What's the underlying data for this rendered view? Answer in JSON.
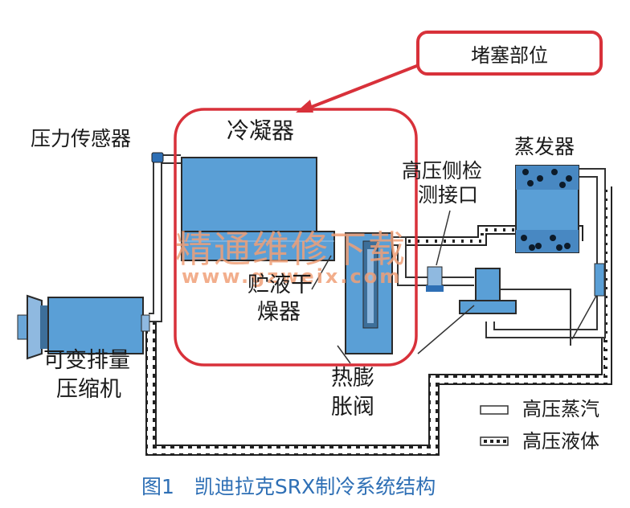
{
  "callout": "堵塞部位",
  "labels": {
    "pressure_sensor": "压力传感器",
    "condenser": "冷凝器",
    "dryer_line1": "贮液干",
    "dryer_line2": "燥器",
    "service_port_line1": "高压侧检",
    "service_port_line2": "测接口",
    "evaporator": "蒸发器",
    "compressor_line1": "可变排量",
    "compressor_line2": "压缩机",
    "txv_line1": "热膨",
    "txv_line2": "胀阀"
  },
  "legend": {
    "high_pressure_vapor": "高压蒸汽",
    "high_pressure_liquid": "高压液体"
  },
  "caption": "图1　凯迪拉克SRX制冷系统结构",
  "watermark": {
    "title": "精通维修下载",
    "url": "www.gzweix.com"
  },
  "colors": {
    "component_fill": "#5a9fd6",
    "highlight": "#d8313a",
    "caption": "#2e6fb5",
    "watermark": "#f0a078"
  }
}
